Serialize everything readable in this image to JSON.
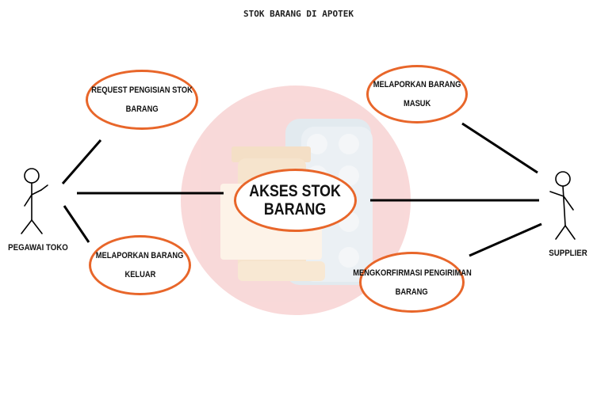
{
  "title": "STOK BARANG DI APOTEK",
  "actors": {
    "left": "PEGAWAI TOKO",
    "right": "SUPPLIER"
  },
  "use_cases": {
    "request": [
      "REQUEST PENGISIAN STOK",
      "BARANG"
    ],
    "keluar": [
      "MELAPORKAN BARANG",
      "KELUAR"
    ],
    "center": [
      "AKSES STOK",
      "BARANG"
    ],
    "masuk": [
      "MELAPORKAN BARANG",
      "MASUK"
    ],
    "konfirmasi": [
      "MENGKORFIRMASI PENGIRIMAN",
      "BARANG"
    ]
  },
  "colors": {
    "ellipse_border": "#e8662a",
    "watermark_circle": "#f7d6d6",
    "line": "#000000"
  },
  "icons": {
    "background": "medicine-pill-bottle-icon"
  }
}
